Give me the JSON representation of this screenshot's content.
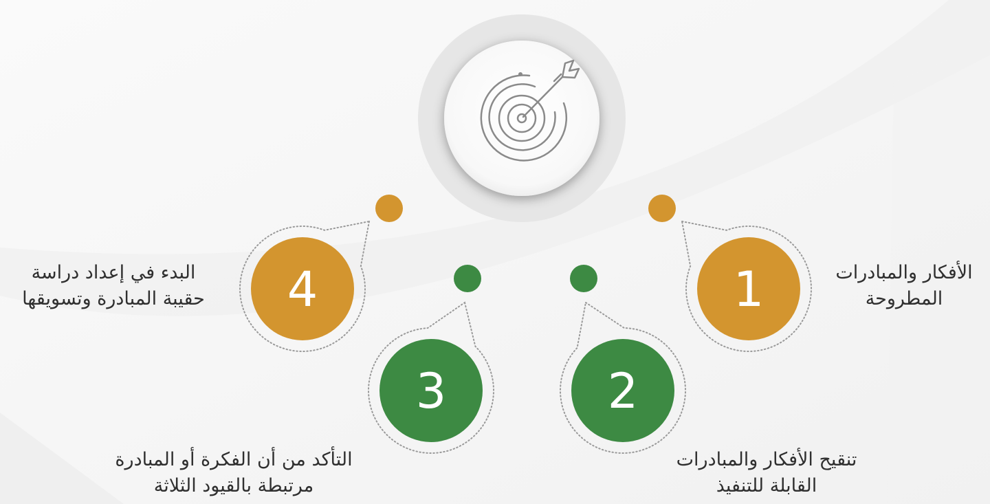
{
  "colors": {
    "gold": "#d3952f",
    "green": "#3d8a43",
    "hub_ring": "#e6e6e6",
    "hub_face": "#ffffff",
    "dotted": "#9a9a9a",
    "text": "#2f2f2f"
  },
  "hub": {
    "icon": "target-icon"
  },
  "steps": [
    {
      "number": "1",
      "color": "gold",
      "line1": "الأفكار والمبادرات",
      "line2": "المطروحة"
    },
    {
      "number": "2",
      "color": "green",
      "line1": "تنقيح الأفكار والمبادرات",
      "line2": "القابلة للتنفيذ"
    },
    {
      "number": "3",
      "color": "green",
      "line1": "التأكد من أن الفكرة أو المبادرة",
      "line2": "مرتبطة بالقيود الثلاثة"
    },
    {
      "number": "4",
      "color": "gold",
      "line1": "البدء في إعداد  دراسة",
      "line2": "حقيبة المبادرة وتسويقها"
    }
  ]
}
